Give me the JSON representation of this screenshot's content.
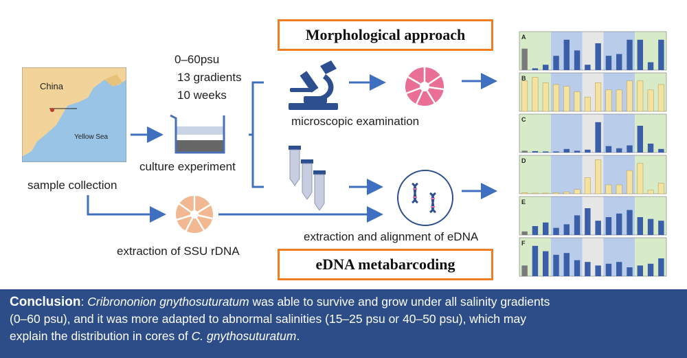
{
  "headings": {
    "morphological": "Morphological approach",
    "edna": "eDNA metabarcoding"
  },
  "culture_conditions": {
    "line1": "0–60psu",
    "line2": "13 gradients",
    "line3": "10 weeks"
  },
  "steps": {
    "sample_collection": "sample collection",
    "culture_experiment": "culture experiment",
    "microscopic_examination": "microscopic examination",
    "extraction_ssu": "extraction of SSU rDNA",
    "extraction_alignment": "extraction and alignment of eDNA"
  },
  "map": {
    "country_label": "China",
    "sea_label": "Yellow Sea"
  },
  "conclusion": {
    "heading": "Conclusion",
    "species": "Cribrononion gnythosuturatum",
    "text1": " was able to survive and grow under all salinity gradients",
    "text2": "(0–60 psu), and it was more adapted to abnormal salinities (15–25 psu or 40–50 psu), which may",
    "text3": "explain the distribution in cores of ",
    "species_short": "C. gnythosuturatum",
    "text3_end": "."
  },
  "colors": {
    "arrow": "#3f6fbf",
    "heading_border": "#ef7d22",
    "conclusion_bg": "#2c4d87",
    "pink_shell": "#ea6f95",
    "peach_shell": "#f1b891",
    "bar_blue": "#3a5ea8",
    "bar_yellow": "#f3e2a0",
    "band_green": "#d8ebc8",
    "band_blue": "#b9cdea",
    "band_grey": "#e6e6e6"
  },
  "icons": [
    "microscope-icon",
    "beaker-icon",
    "test-tubes-icon",
    "dna-icon",
    "foraminifera-shell-icon",
    "map-icon"
  ],
  "chart_data": {
    "type": "bar",
    "panels": [
      {
        "label": "A",
        "values": [
          60,
          5,
          15,
          40,
          85,
          55,
          15,
          75,
          40,
          45,
          85,
          85,
          22,
          85
        ]
      },
      {
        "label": "B",
        "values": [
          85,
          95,
          80,
          75,
          70,
          55,
          40,
          80,
          60,
          60,
          85,
          85,
          60,
          75
        ]
      },
      {
        "label": "C",
        "values": [
          5,
          4,
          3,
          3,
          10,
          5,
          8,
          85,
          18,
          12,
          20,
          75,
          25,
          10
        ]
      },
      {
        "label": "D",
        "values": [
          3,
          2,
          2,
          3,
          5,
          12,
          45,
          95,
          25,
          25,
          65,
          85,
          10,
          30
        ]
      },
      {
        "label": "E",
        "values": [
          10,
          25,
          35,
          20,
          30,
          55,
          75,
          40,
          50,
          60,
          70,
          50,
          45,
          40
        ]
      },
      {
        "label": "F",
        "values": [
          30,
          85,
          70,
          60,
          65,
          45,
          40,
          30,
          35,
          40,
          25,
          30,
          35,
          50
        ]
      }
    ]
  }
}
